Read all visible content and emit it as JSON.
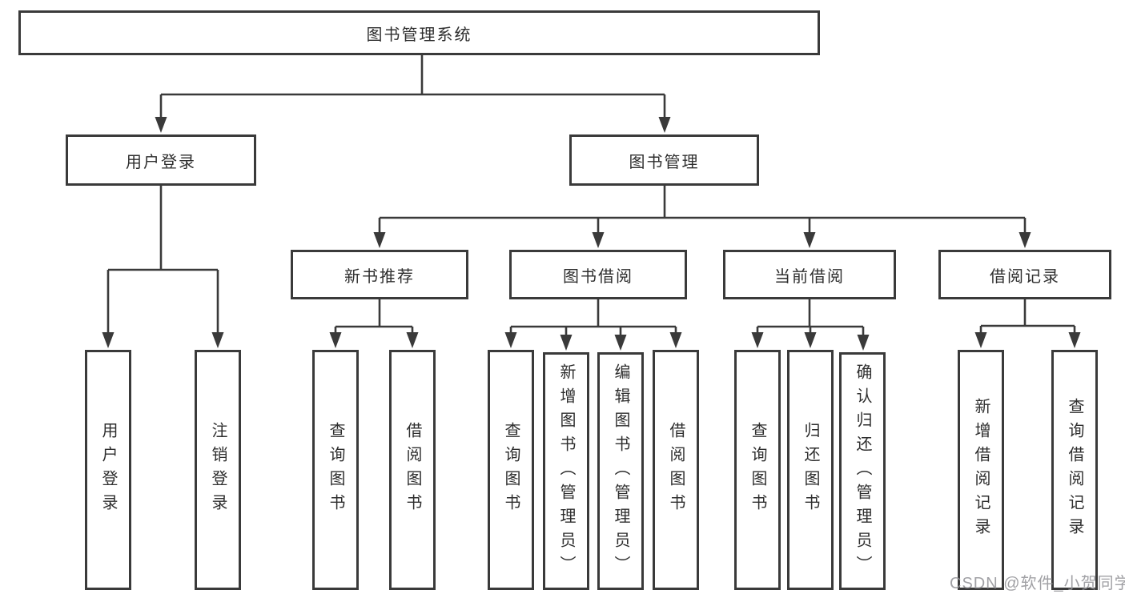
{
  "tree": {
    "root": {
      "label": "图书管理系统"
    },
    "branches": [
      {
        "label": "用户登录",
        "children": [
          {
            "label": "用户登录"
          },
          {
            "label": "注销登录"
          }
        ]
      },
      {
        "label": "图书管理",
        "children": [
          {
            "label": "新书推荐",
            "children": [
              {
                "label": "查询图书"
              },
              {
                "label": "借阅图书"
              }
            ]
          },
          {
            "label": "图书借阅",
            "children": [
              {
                "label": "查询图书"
              },
              {
                "label": "新增图书（管理员）"
              },
              {
                "label": "编辑图书（管理员）"
              },
              {
                "label": "借阅图书"
              }
            ]
          },
          {
            "label": "当前借阅",
            "children": [
              {
                "label": "查询图书"
              },
              {
                "label": "归还图书"
              },
              {
                "label": "确认归还（管理员）"
              }
            ]
          },
          {
            "label": "借阅记录",
            "children": [
              {
                "label": "新增借阅记录"
              },
              {
                "label": "查询借阅记录"
              }
            ]
          }
        ]
      }
    ]
  },
  "watermark": {
    "text": "CSDN @软件_小贺同学"
  },
  "colors": {
    "line": "#3a3a3a",
    "box_border": "#3a3a3a",
    "text": "#2e2e2e",
    "watermark": "#949498",
    "background": "#ffffff"
  }
}
